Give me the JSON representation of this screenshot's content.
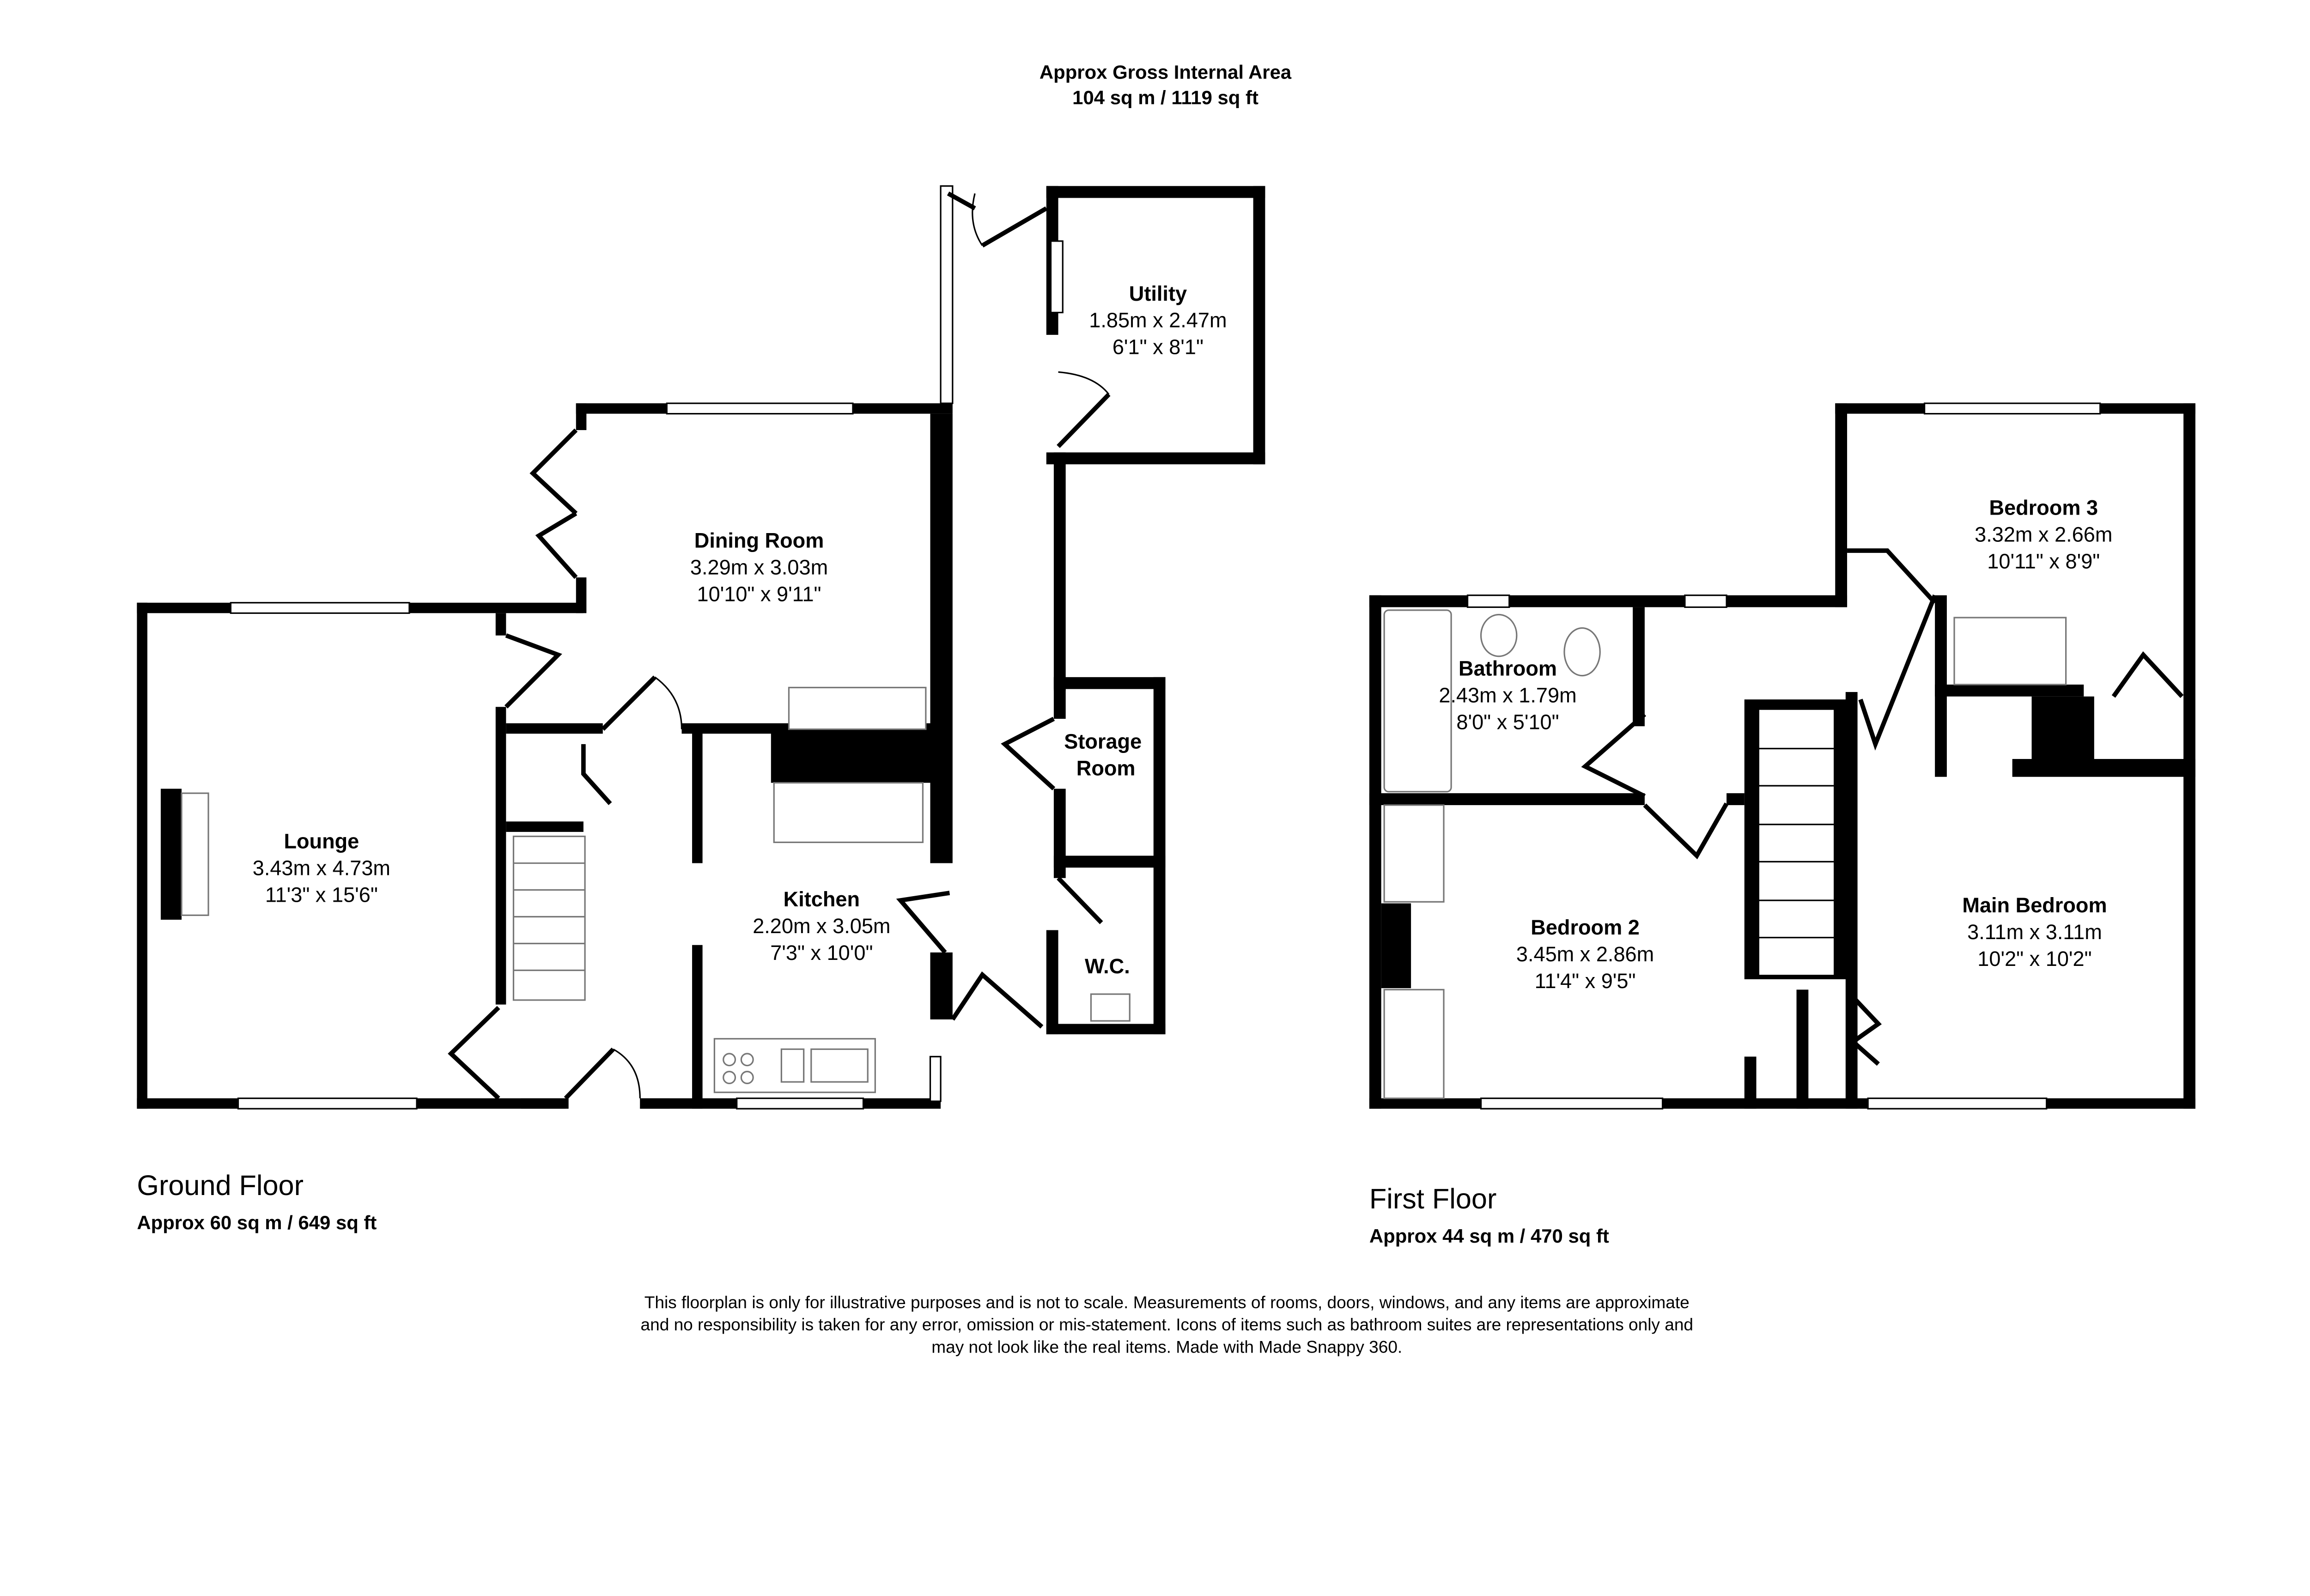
{
  "header": {
    "title": "Approx Gross Internal Area",
    "area": "104 sq m / 1119 sq ft"
  },
  "ground_floor": {
    "label": "Ground Floor",
    "area": "Approx 60 sq m / 649 sq ft",
    "rooms": [
      {
        "name": "Lounge",
        "metric": "3.43m x 4.73m",
        "imperial": "11'3\" x 15'6\""
      },
      {
        "name": "Dining Room",
        "metric": "3.29m x 3.03m",
        "imperial": "10'10\" x 9'11\""
      },
      {
        "name": "Utility",
        "metric": "1.85m x 2.47m",
        "imperial": "6'1\" x 8'1\""
      },
      {
        "name": "Kitchen",
        "metric": "2.20m x 3.05m",
        "imperial": "7'3\" x 10'0\""
      },
      {
        "name": "Storage",
        "name2": "Room"
      },
      {
        "name": "W.C."
      }
    ]
  },
  "first_floor": {
    "label": "First Floor",
    "area": "Approx 44 sq m / 470 sq ft",
    "rooms": [
      {
        "name": "Bathroom",
        "metric": "2.43m x 1.79m",
        "imperial": "8'0\" x 5'10\""
      },
      {
        "name": "Bedroom 3",
        "metric": "3.32m x 2.66m",
        "imperial": "10'11\" x 8'9\""
      },
      {
        "name": "Bedroom 2",
        "metric": "3.45m x 2.86m",
        "imperial": "11'4\" x 9'5\""
      },
      {
        "name": "Main Bedroom",
        "metric": "3.11m x 3.11m",
        "imperial": "10'2\" x 10'2\""
      }
    ]
  },
  "disclaimer": [
    "This floorplan is only for illustrative purposes and is not to scale. Measurements of rooms, doors, windows, and any items are approximate",
    "and no responsibility is taken for any error, omission or mis-statement. Icons of items such as bathroom suites are representations only and",
    "may not look like the real items. Made with Made Snappy 360."
  ]
}
